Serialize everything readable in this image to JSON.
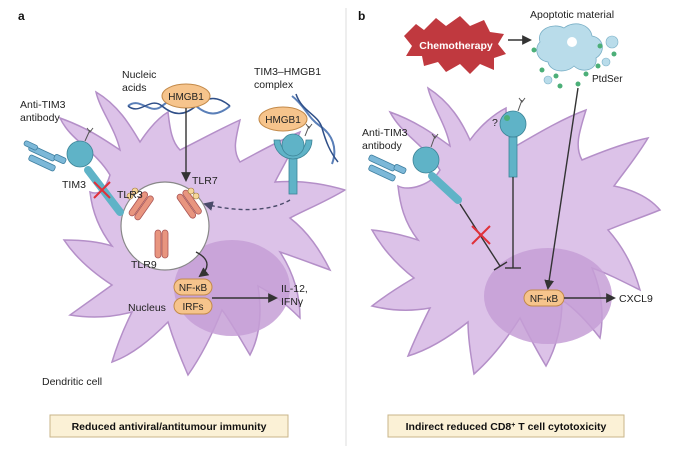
{
  "panel_a": {
    "letter": "a",
    "labels": {
      "nucleic_acids_line1": "Nucleic",
      "nucleic_acids_line2": "acids",
      "hmgb1": "HMGB1",
      "complex_line1": "TIM3–HMGB1",
      "complex_line2": "complex",
      "complex_hmgb1": "HMGB1",
      "anti_tim3_line1": "Anti-TIM3",
      "anti_tim3_line2": "antibody",
      "tim3": "TIM3",
      "tlr3": "TLR3",
      "tlr7": "TLR7",
      "tlr9": "TLR9",
      "nfkb": "NF-κB",
      "irfs": "IRFs",
      "nucleus": "Nucleus",
      "il12": "IL-12,",
      "ifng": "IFNγ",
      "dendritic_cell": "Dendritic cell"
    },
    "caption": "Reduced antiviral/antitumour immunity"
  },
  "panel_b": {
    "letter": "b",
    "labels": {
      "chemotherapy": "Chemotherapy",
      "apoptotic_material": "Apoptotic material",
      "ptdser": "PtdSer",
      "question": "?",
      "anti_tim3_line1": "Anti-TIM3",
      "anti_tim3_line2": "antibody",
      "nfkb": "NF-κB",
      "cxcl9": "CXCL9"
    },
    "caption_pre": "Indirect reduced CD8",
    "caption_sup": "+",
    "caption_post": " T cell cytotoxicity"
  },
  "colors": {
    "cell_fill": "#dcc2e8",
    "cell_stroke": "#b48fc8",
    "nucleus_fill": "#c59fd6",
    "receptor_teal": "#5fb3c7",
    "hmgb1_fill": "#f6c48c",
    "tlr_fill": "#e8957f",
    "chemo_red": "#c0393f",
    "caption_bg": "#fbf1d6",
    "inhibit_red": "#e0313a",
    "apoptotic_blue": "#b9dcea",
    "ptdser_green": "#4caf78"
  }
}
